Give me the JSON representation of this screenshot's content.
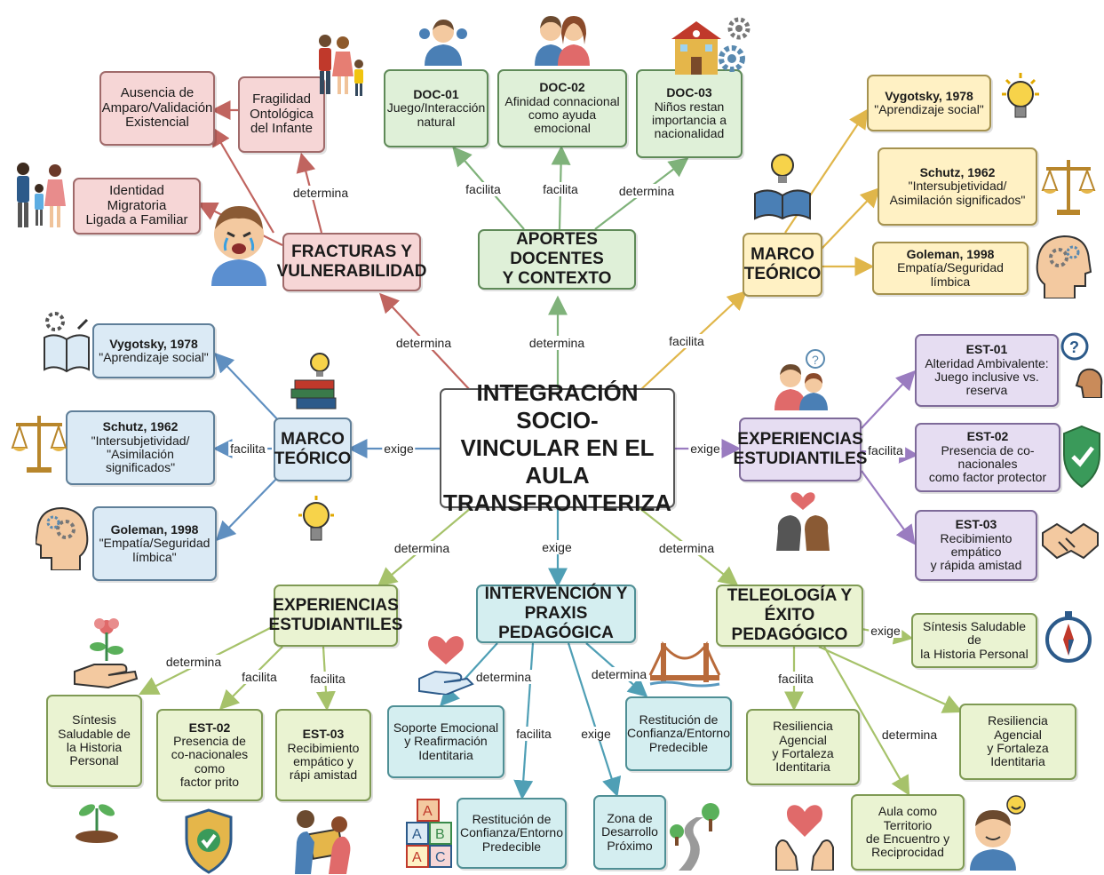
{
  "center": {
    "title": "INTEGRACIÓN SOCIO-\nVINCULAR EN EL AULA\nTRANSFRONTERIZA"
  },
  "fracturas": {
    "title": "FRACTURAS Y\nVULNERABILIDAD",
    "fragilidad": "Fragilidad\nOntológica\ndel Infante",
    "ausencia": "Ausencia de\nAmparo/Validación\nExistencial",
    "identidad": "Identidad Migratoria\nLigada a Familiar"
  },
  "aportes": {
    "title": "APORTES DOCENTES\nY CONTEXTO",
    "doc01": {
      "title": "DOC-01",
      "body": "Juego/Interacción\nnatural"
    },
    "doc02": {
      "title": "DOC-02",
      "body": "Afinidad connacional\ncomo ayuda emocional"
    },
    "doc03": {
      "title": "DOC-03",
      "body": "Niños restan\nimportancia a\nnacionalidad"
    }
  },
  "marco_right": {
    "title": "MARCO\nTEÓRICO",
    "vygotsky": {
      "title": "Vygotsky, 1978",
      "body": "\"Aprendizaje social\""
    },
    "schutz": {
      "title": "Schutz, 1962",
      "body": "\"Intersubjetividad/\nAsimilación significados\""
    },
    "goleman": {
      "title": "Goleman, 1998",
      "body": "Empatía/Seguridad límbica"
    }
  },
  "marco_left": {
    "title": "MARCO\nTEÓRICO",
    "vygotsky": {
      "title": "Vygotsky, 1978",
      "body": "\"Aprendizaje social\""
    },
    "schutz": {
      "title": "Schutz, 1962",
      "body": "\"Intersubjetividad/\n\"Asimilación significados\""
    },
    "goleman": {
      "title": "Goleman, 1998",
      "body": "\"Empatía/Seguridad\nlímbica\""
    }
  },
  "exp_right": {
    "title": "EXPERIENCIAS\nESTUDIANTILES",
    "est01": {
      "title": "EST-01",
      "body": "Alteridad Ambivalente:\nJuego inclusive vs. reserva"
    },
    "est02": {
      "title": "EST-02",
      "body": "Presencia de co-nacionales\ncomo factor protector"
    },
    "est03": {
      "title": "EST-03",
      "body": "Recibimiento empático\ny rápida amistad"
    }
  },
  "exp_bottom": {
    "title": "EXPERIENCIAS\nESTUDIANTILES",
    "sintesis": "Síntesis\nSaludable de\nla Historia\nPersonal",
    "est02": {
      "title": "EST-02",
      "body": "Presencia de\nco-nacionales como\nfactor prito"
    },
    "est03": {
      "title": "EST-03",
      "body": "Recibimiento\nempático y\nrápi amistad"
    }
  },
  "intervencion": {
    "title": "INTERVENCIÓN Y\nPRAXIS PEDAGÓGICA",
    "soporte": "Soporte Emocional\ny Reafirmación\nIdentitaria",
    "restitucion_right": "Restitución de\nConfianza/Entorno\nPredecible",
    "restitucion_bottom": "Restitución de\nConfianza/Entorno\nPredecible",
    "zona": "Zona de\nDesarrollo\nPróximo"
  },
  "teleologia": {
    "title": "TELEOLOGÍA Y\nÉXITO PEDAGÓGICO",
    "sintesis": "Síntesis Saludable de\nla Historia Personal",
    "resiliencia_left": "Resiliencia Agencial\ny Fortaleza\nIdentitaria",
    "resiliencia_right": "Resiliencia Agencial\ny Fortaleza\nIdentitaria",
    "aula": "Aula como Territorio\nde Encuentro y\nReciprocidad"
  },
  "edge_labels": {
    "determina": "determina",
    "facilita": "facilita",
    "exige": "exige"
  },
  "colors": {
    "red": "#c0645f",
    "green": "#7fb27a",
    "yellow": "#e0b64a",
    "blue": "#5f8fc0",
    "purple": "#9a7cc0",
    "lime": "#a6c26a",
    "teal": "#4f9fb5"
  },
  "icons": [
    "family-icon",
    "parent-child-icon",
    "crying-child-icon",
    "teacher-icon",
    "teacher-couple-icon",
    "school-gears-icon",
    "lightbulb-icon",
    "book-lightbulb-icon",
    "scales-icon",
    "head-gears-icon",
    "thinking-students-icon",
    "question-head-icon",
    "shield-check-icon",
    "handshake-icon",
    "faces-heart-icon",
    "books-lightbulb-icon",
    "hand-plant-icon",
    "seedling-icon",
    "kids-puzzle-icon",
    "heart-hand-icon",
    "bridge-icon",
    "abc-blocks-icon",
    "road-icon",
    "compass-icon",
    "heart-hands-icon",
    "smiling-child-icon"
  ]
}
